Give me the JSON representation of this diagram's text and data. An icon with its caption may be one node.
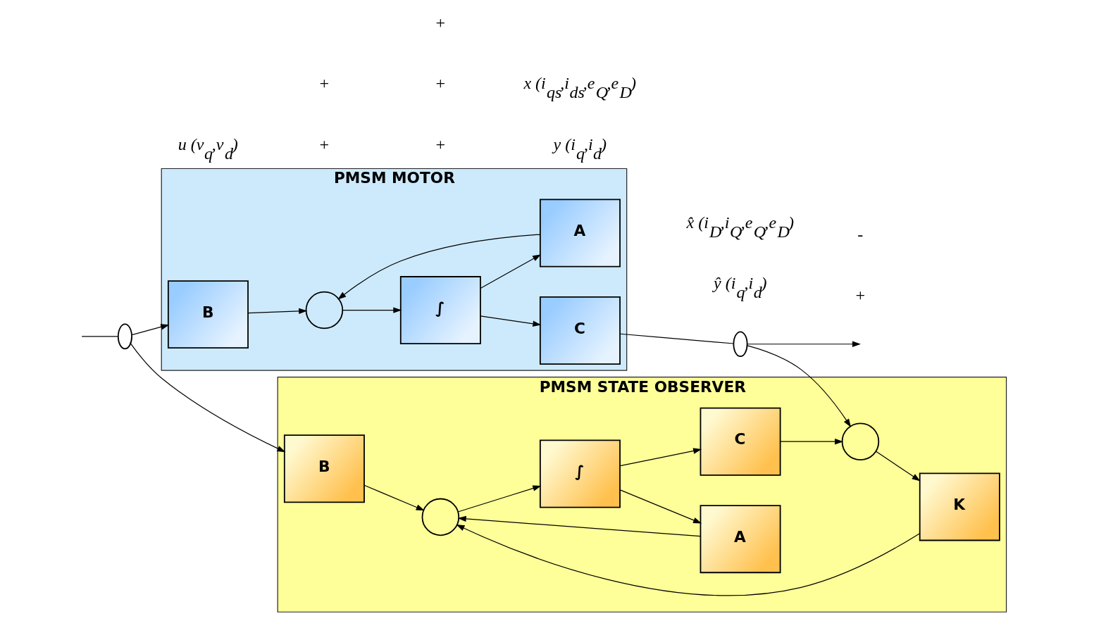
{
  "diagram": {
    "nodes": [
      {
        "text": [],
        "shape": "ellipse"
      },
      {
        "text": [
          "PMSM MOTOR"
        ]
      },
      {
        "text": [
          "B"
        ],
        "in": 1
      },
      {
        "text": [],
        "shape": "circle",
        "in": 1
      },
      {
        "text": [
          "∫"
        ],
        "in": 1
      },
      {
        "text": [
          "C"
        ],
        "in": 1
      },
      {
        "text": [
          "A"
        ],
        "in": 1
      },
      {
        "text": [],
        "shape": "ellipse"
      },
      {
        "text": [
          "PMSM STATE OBSERVER"
        ]
      },
      {
        "text": [
          "B"
        ],
        "in": 8
      },
      {
        "text": [],
        "shape": "circle",
        "in": 8
      },
      {
        "text": [
          "∫"
        ],
        "in": 8
      },
      {
        "text": [
          "C"
        ],
        "in": 8
      },
      {
        "text": [],
        "shape": "circle",
        "in": 8
      },
      {
        "text": [
          "A"
        ],
        "in": 8
      },
      {
        "text": [
          "K"
        ],
        "in": 8
      }
    ],
    "edges": [
      {
        "from": null,
        "to": 0,
        "arrow": "none"
      },
      {
        "from": 0,
        "to": 2,
        "arrow": "to"
      },
      {
        "from": 2,
        "to": 3,
        "arrow": "to"
      },
      {
        "from": 3,
        "to": 4,
        "arrow": "to"
      },
      {
        "from": 4,
        "to": 5,
        "arrow": "to"
      },
      {
        "from": 4,
        "to": 6,
        "arrow": "to"
      },
      {
        "from": 6,
        "to": 3,
        "arrow": "to"
      },
      {
        "from": 5,
        "to": 7,
        "arrow": "none"
      },
      {
        "from": 7,
        "to": null,
        "arrow": "to"
      },
      {
        "from": 7,
        "to": 13,
        "arrow": "to"
      },
      {
        "from": 0,
        "to": 9,
        "arrow": "to"
      },
      {
        "from": 9,
        "to": 10,
        "arrow": "to"
      },
      {
        "from": 10,
        "to": 11,
        "arrow": "to"
      },
      {
        "from": 11,
        "to": 12,
        "arrow": "to"
      },
      {
        "from": 11,
        "to": 14,
        "arrow": "to"
      },
      {
        "from": 14,
        "to": 10,
        "arrow": "to"
      },
      {
        "from": 12,
        "to": 13,
        "arrow": "to"
      },
      {
        "from": 13,
        "to": 15,
        "arrow": "to"
      },
      {
        "from": 15,
        "to": 10,
        "arrow": "to"
      }
    ],
    "labels": [
      "u (v$_{q}$,v$_{d}$)",
      "+",
      "y (i$_{q}$,i$_{d}$)",
      "+",
      "x (i$_{qs}$,i$_{ds}$,e$_{Q}$,e$_{D}$)",
      "ŷ (i$_{q}$,i$_{d}$)",
      "+",
      "+",
      "+",
      "+",
      "-",
      "x̂ (i$_{D}$,i$_{Q}$,e$_{Q}$,e$_{D}$)"
    ]
  }
}
